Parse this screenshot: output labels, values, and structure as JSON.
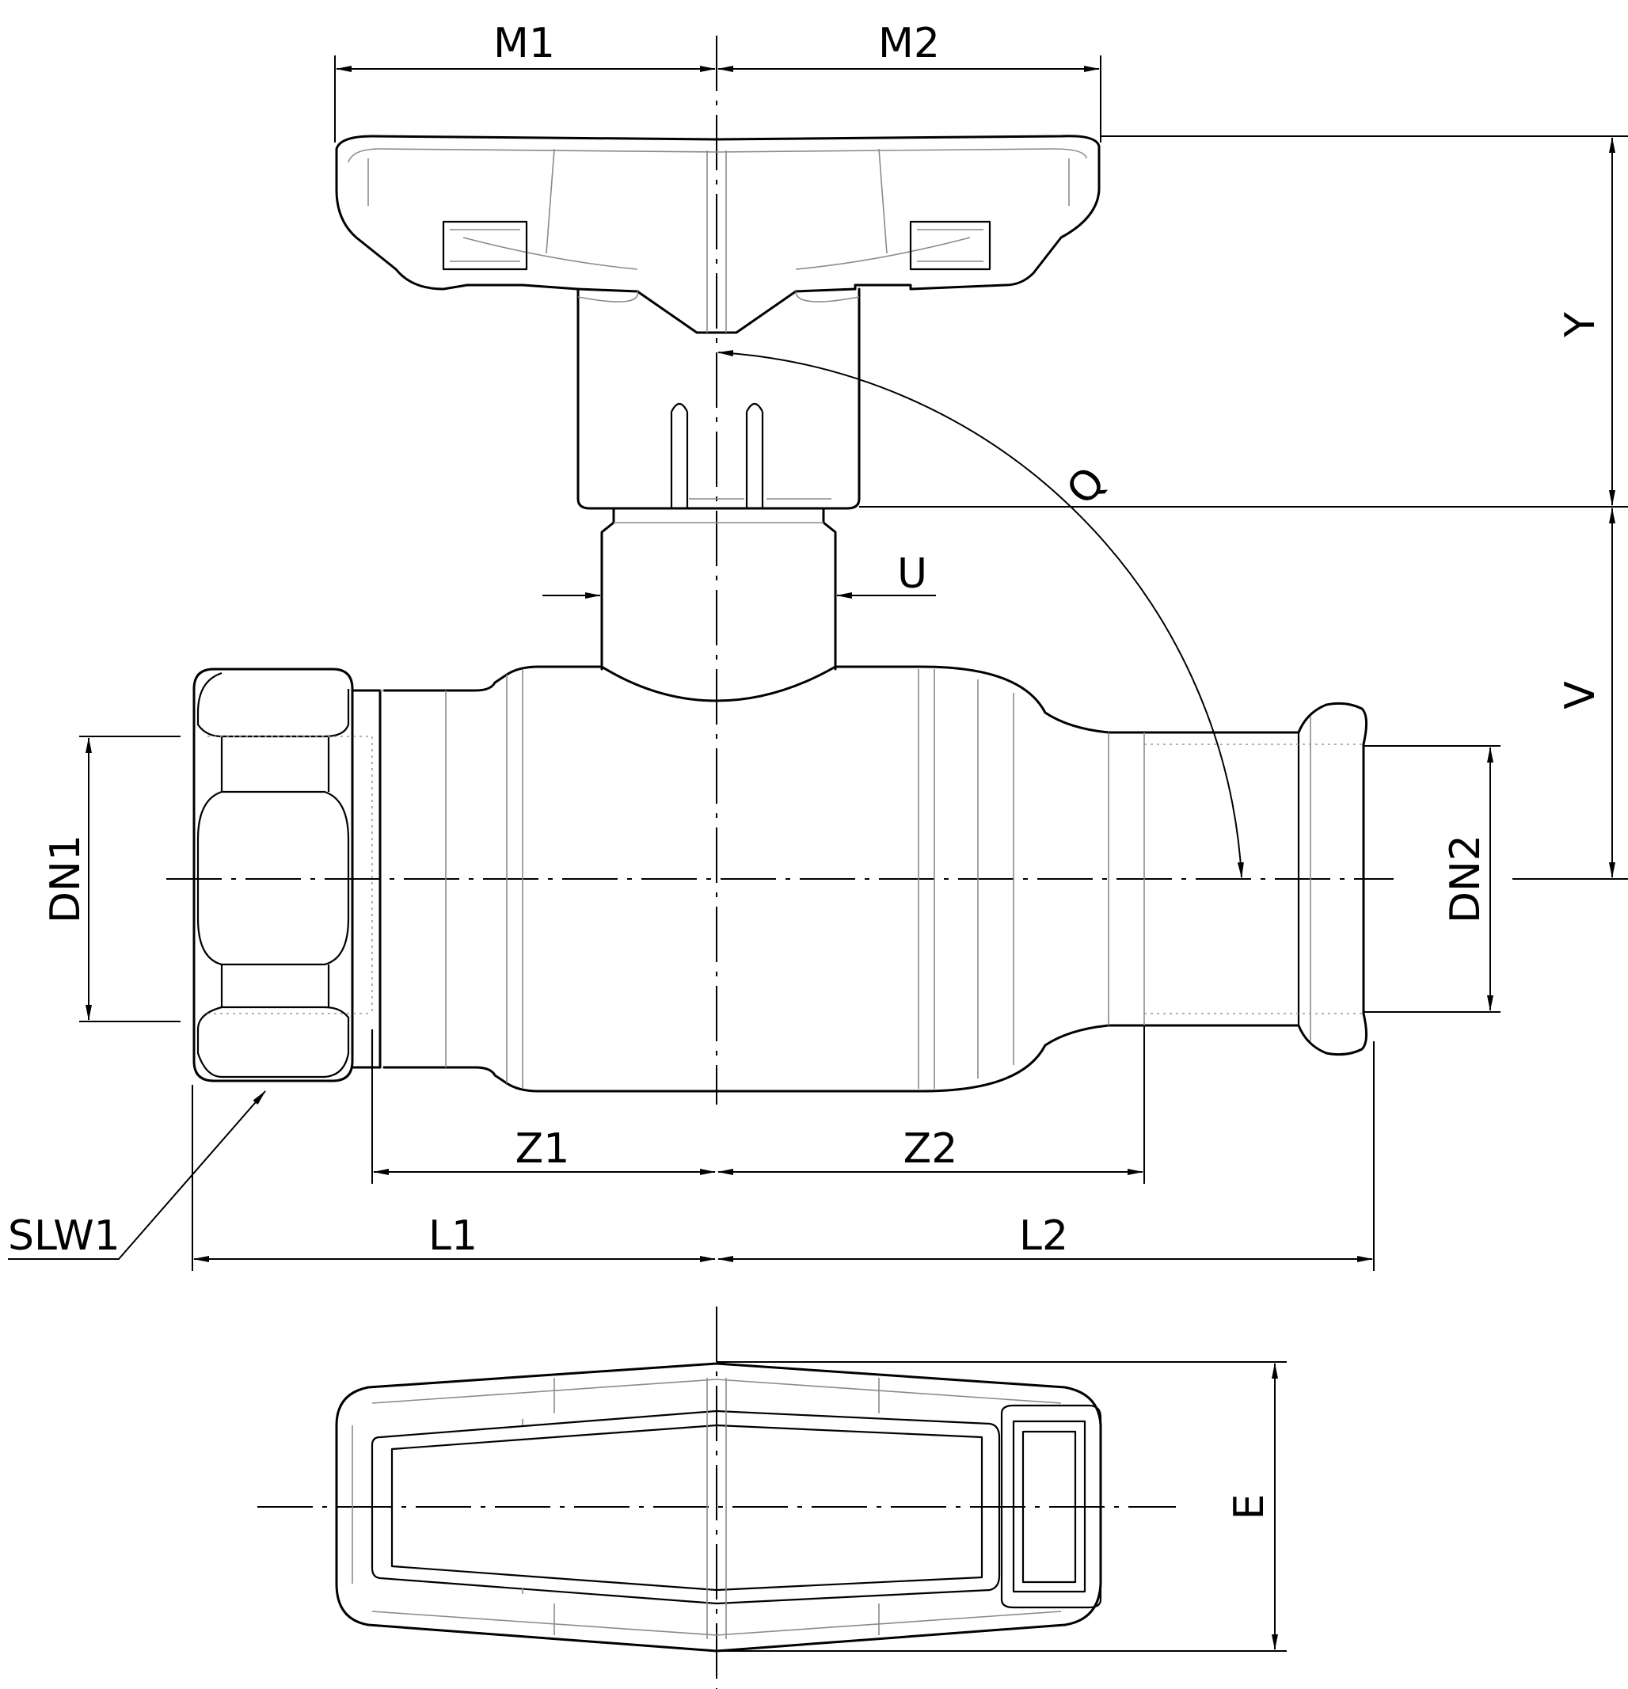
{
  "labels": {
    "M1": "M1",
    "M2": "M2",
    "Y": "Y",
    "V": "V",
    "Q": "Q",
    "U": "U",
    "DN1": "DN1",
    "DN2": "DN2",
    "SLW1": "SLW1",
    "Z1": "Z1",
    "Z2": "Z2",
    "L1": "L1",
    "L2": "L2",
    "E": "E"
  },
  "colors": {
    "line": "#000000",
    "detail": "#8a8a8a",
    "background": "#ffffff"
  }
}
